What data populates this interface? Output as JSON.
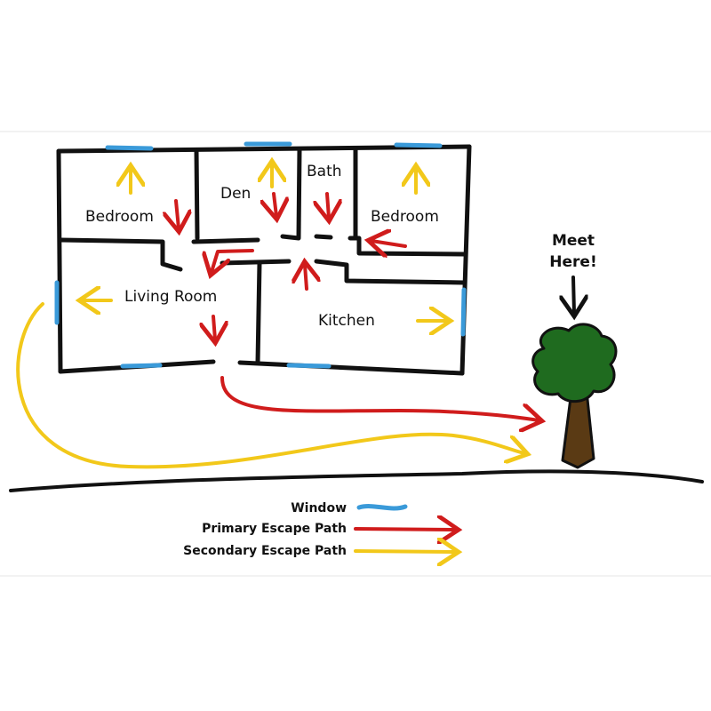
{
  "rooms": {
    "bedroom_left": "Bedroom",
    "den": "Den",
    "bath": "Bath",
    "bedroom_right": "Bedroom",
    "living_room": "Living Room",
    "kitchen": "Kitchen"
  },
  "meeting_point": {
    "line1": "Meet",
    "line2": "Here!"
  },
  "legend": {
    "window": "Window",
    "primary": "Primary Escape Path",
    "secondary": "Secondary Escape Path"
  },
  "colors": {
    "wall": "#111111",
    "window": "#3a9ad9",
    "primary_path": "#d01c1c",
    "secondary_path": "#f2c81a",
    "tree_foliage": "#1f6b1f",
    "tree_trunk": "#5a3a14"
  }
}
